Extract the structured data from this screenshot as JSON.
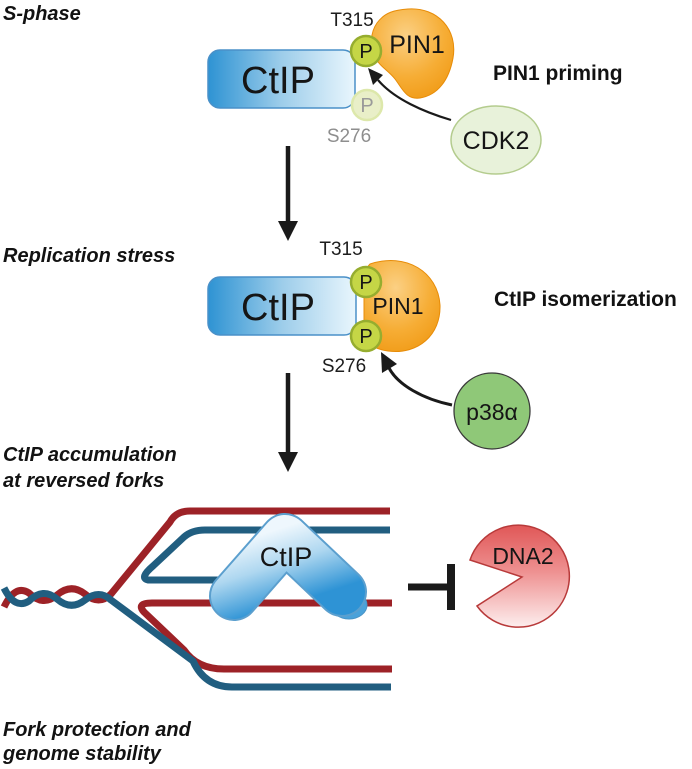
{
  "panel_s_phase": {
    "stage_label": "S-phase",
    "process_label": "PIN1 priming",
    "protein_label": "CtIP",
    "site_top": "T315",
    "site_bottom": "S276",
    "phospho_top": "P",
    "phospho_bottom": "P",
    "isomerase_label": "PIN1",
    "kinase_label": "CDK2"
  },
  "panel_replication_stress": {
    "stage_label": "Replication stress",
    "process_label": "CtIP isomerization",
    "protein_label": "CtIP",
    "site_top": "T315",
    "site_bottom": "S276",
    "phospho_top": "P",
    "phospho_bottom": "P",
    "isomerase_label": "PIN1",
    "kinase_label": "p38α"
  },
  "panel_reversed_fork": {
    "stage_label_line1": "CtIP accumulation",
    "stage_label_line2": "at reversed forks",
    "protein_label": "CtIP",
    "nuclease_label": "DNA2"
  },
  "outcome": {
    "line1": "Fork protection and",
    "line2": "genome stability"
  },
  "colors": {
    "strand_red": "#9d2227",
    "strand_blue": "#215e80",
    "ctip_blue": "#2e93d3",
    "pin1_orange": "#f6ad35",
    "phospho_green": "#c5d646",
    "phospho_faded": "#e9efc8",
    "cdk2_green": "#e8f2da",
    "p38_green": "#8fc878",
    "dna2_red": "#e15858",
    "arrow_black": "#1a1a1a"
  }
}
